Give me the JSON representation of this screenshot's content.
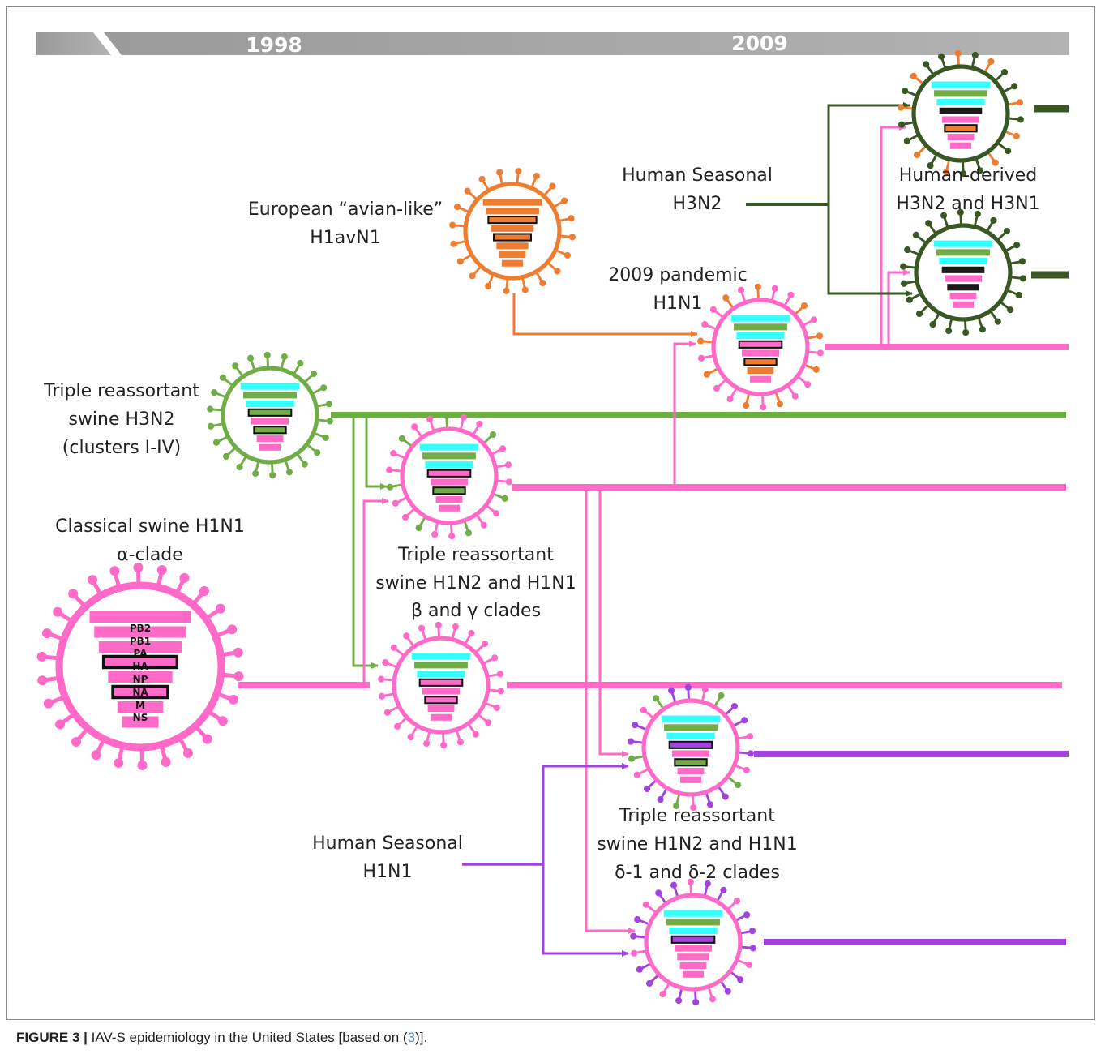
{
  "timeline": {
    "year_start": "1998",
    "year_mid": "2009"
  },
  "labels": {
    "european": [
      "European “avian-like”",
      "H1avN1"
    ],
    "human_h3n2": [
      "Human Seasonal",
      "H3N2"
    ],
    "human_derived": [
      "Human-derived",
      "H3N2 and H3N1"
    ],
    "pandemic": [
      "2009 pandemic",
      "H1N1"
    ],
    "tr_h3n2": [
      "Triple reassortant",
      "swine H3N2",
      "(clusters I-IV)"
    ],
    "classical": [
      "Classical swine H1N1",
      "α-clade"
    ],
    "tr_beta_gamma": [
      "Triple reassortant",
      "swine H1N2 and H1N1",
      "β and γ clades"
    ],
    "human_h1n1": [
      "Human Seasonal",
      "H1N1"
    ],
    "tr_delta": [
      "Triple reassortant",
      "swine H1N2 and H1N1",
      "δ-1 and δ-2 clades"
    ]
  },
  "segments": [
    "PB2",
    "PB1",
    "PA",
    "HA",
    "NP",
    "NA",
    "M",
    "NS"
  ],
  "caption": {
    "label": "FIGURE 3 |",
    "text_before": " IAV-S epidemiology in the United States [based on (",
    "ref": "3",
    "text_after": ")]."
  },
  "colors": {
    "orange": "#ee7d31",
    "green": "#70ad47",
    "pink": "#ff69c8",
    "purple": "#a243e0",
    "darkgreen": "#385723",
    "cyan": "#33ffff",
    "black": "#1a1a1a",
    "band": "#a6a6a6"
  }
}
